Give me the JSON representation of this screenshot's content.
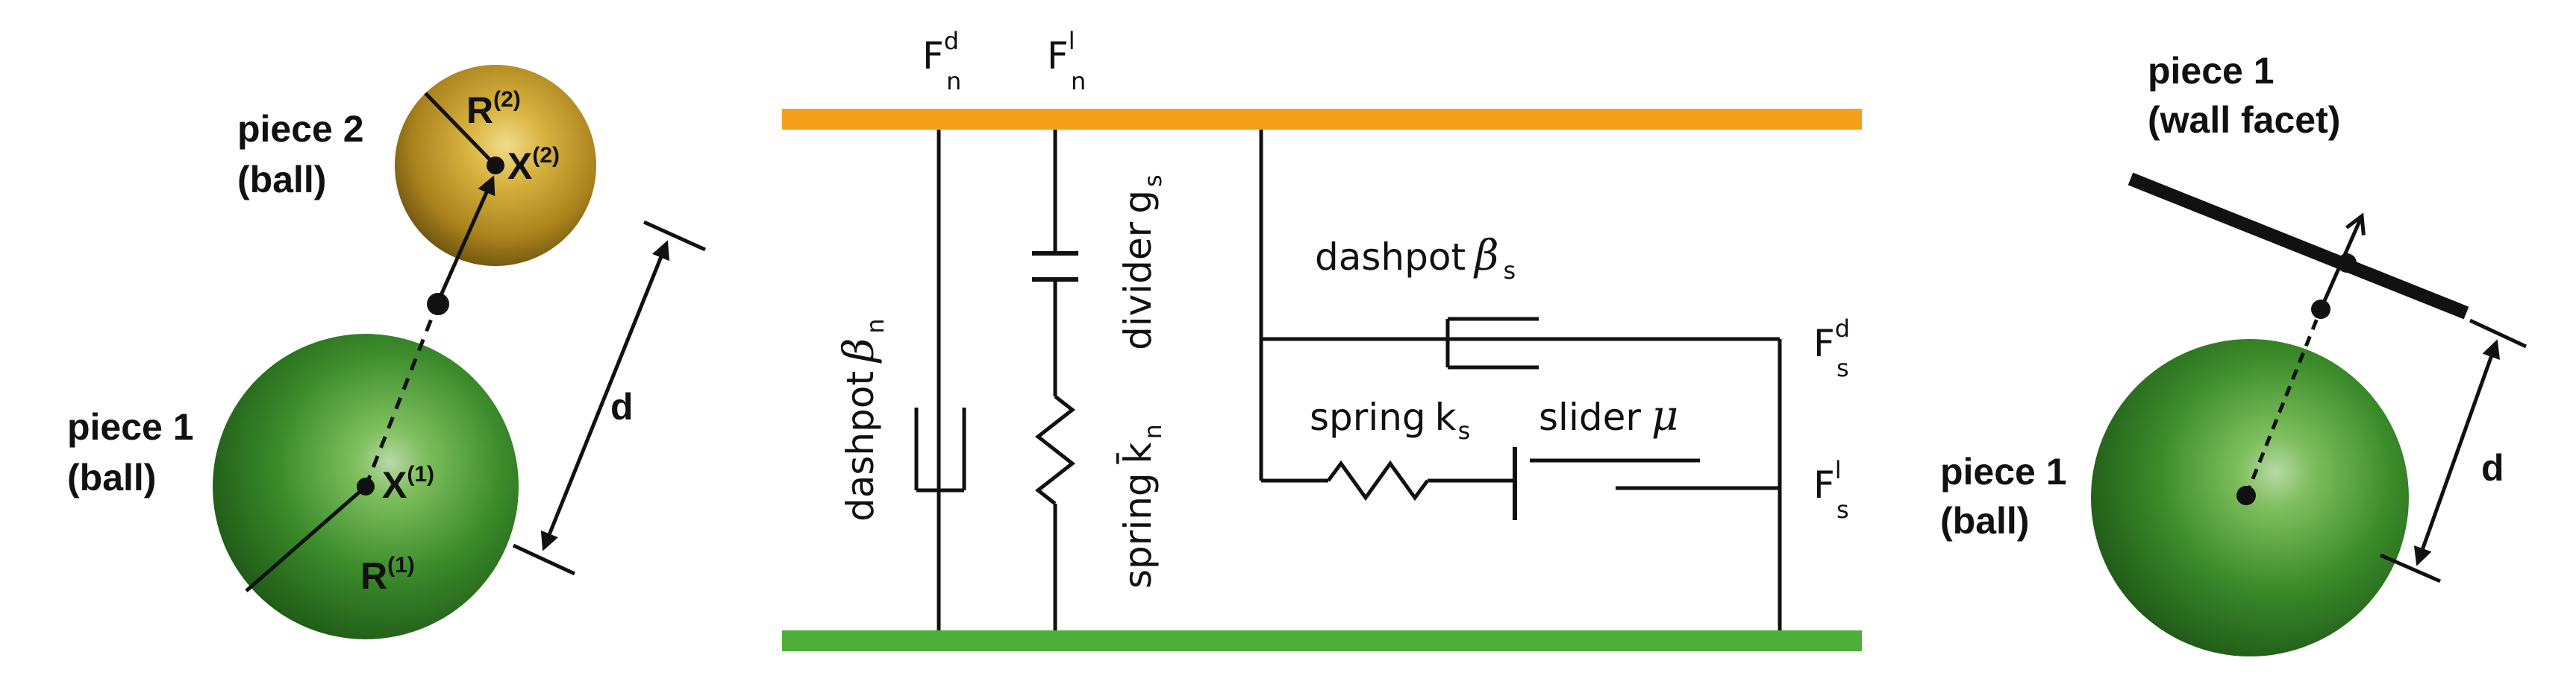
{
  "left_panel": {
    "piece2_line1": "piece 2",
    "piece2_line2": "(ball)",
    "piece1_line1": "piece 1",
    "piece1_line2": "(ball)",
    "radius2_base": "R",
    "radius2_sup": "(2)",
    "center2_base": "X",
    "center2_sup": "(2)",
    "radius1_base": "R",
    "radius1_sup": "(1)",
    "center1_base": "X",
    "center1_sup": "(1)",
    "distance": "d",
    "colors": {
      "ball1": "#3a8a2a",
      "ball2": "#c8a12a"
    }
  },
  "middle_panel": {
    "force_normal_base": "F",
    "force_normal_sub": "n",
    "force_normal_d_sup": "d",
    "force_normal_l_sup": "l",
    "force_shear_base": "F",
    "force_shear_sub": "s",
    "force_shear_d_sup": "d",
    "force_shear_l_sup": "l",
    "dashpot_n_text": "dashpot",
    "dashpot_n_symbol": "β",
    "dashpot_n_sub": "n",
    "spring_n_text": "spring",
    "spring_n_symbol": "k̄",
    "spring_n_sub": "n",
    "divider_text": "divider",
    "divider_symbol": "g",
    "divider_sub": "s",
    "dashpot_s_text": "dashpot",
    "dashpot_s_symbol": "β",
    "dashpot_s_sub": "s",
    "spring_s_text": "spring",
    "spring_s_symbol": "k",
    "spring_s_sub": "s",
    "slider_text": "slider",
    "slider_symbol": "μ",
    "colors": {
      "top_plate": "#f5a01a",
      "bottom_plate": "#4caf3a"
    }
  },
  "right_panel": {
    "wall_line1": "piece 1",
    "wall_line2": "(wall facet)",
    "ball_line1": "piece 1",
    "ball_line2": "(ball)",
    "distance": "d",
    "colors": {
      "ball": "#3a8a2a"
    }
  }
}
